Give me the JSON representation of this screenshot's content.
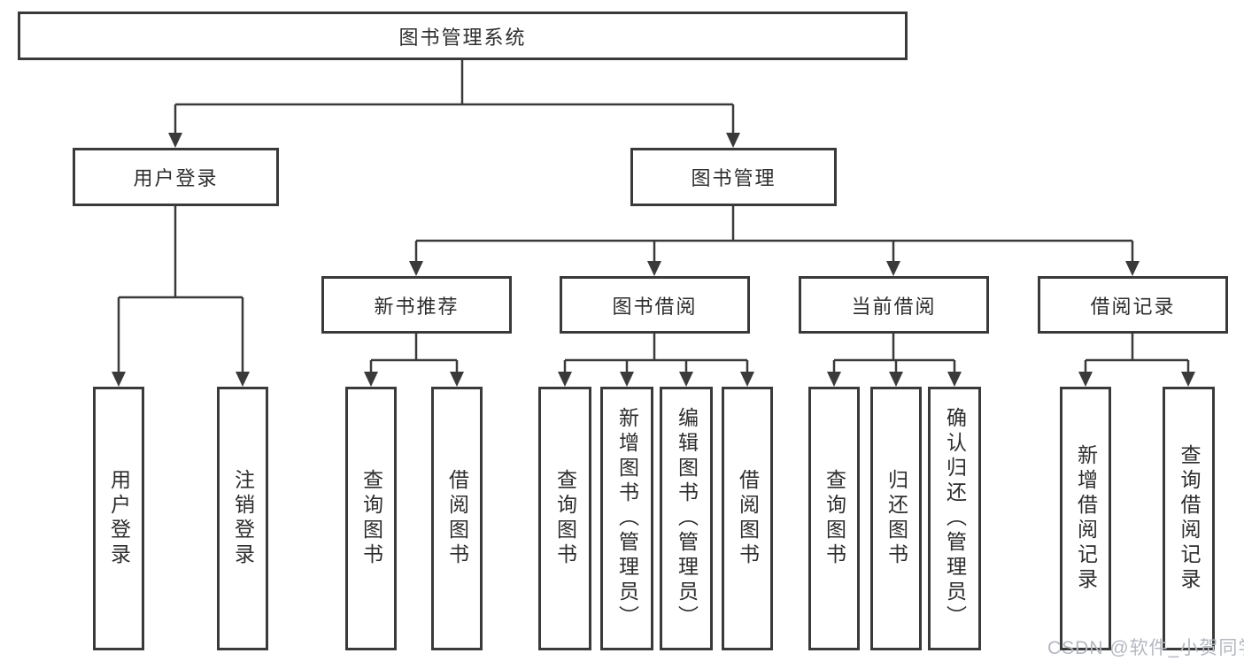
{
  "tree": {
    "root": "图书管理系统",
    "user_branch": {
      "label": "用户登录",
      "children": [
        "用户登录",
        "注销登录"
      ]
    },
    "book_branch": {
      "label": "图书管理",
      "groups": [
        {
          "label": "新书推荐",
          "children": [
            "查询图书",
            "借阅图书"
          ]
        },
        {
          "label": "图书借阅",
          "children": [
            "查询图书",
            "新增图书（管理员）",
            "编辑图书（管理员）",
            "借阅图书"
          ]
        },
        {
          "label": "当前借阅",
          "children": [
            "查询图书",
            "归还图书",
            "确认归还（管理员）"
          ]
        },
        {
          "label": "借阅记录",
          "children": [
            "新增借阅记录",
            "查询借阅记录"
          ]
        }
      ]
    }
  },
  "watermark": {
    "text": "CSDN @软件_小贺同学"
  },
  "colors": {
    "line": "#3a3a3a",
    "box_border": "#3a3a3a",
    "text": "#2d2d2d",
    "watermark": "#b3b8c0"
  }
}
